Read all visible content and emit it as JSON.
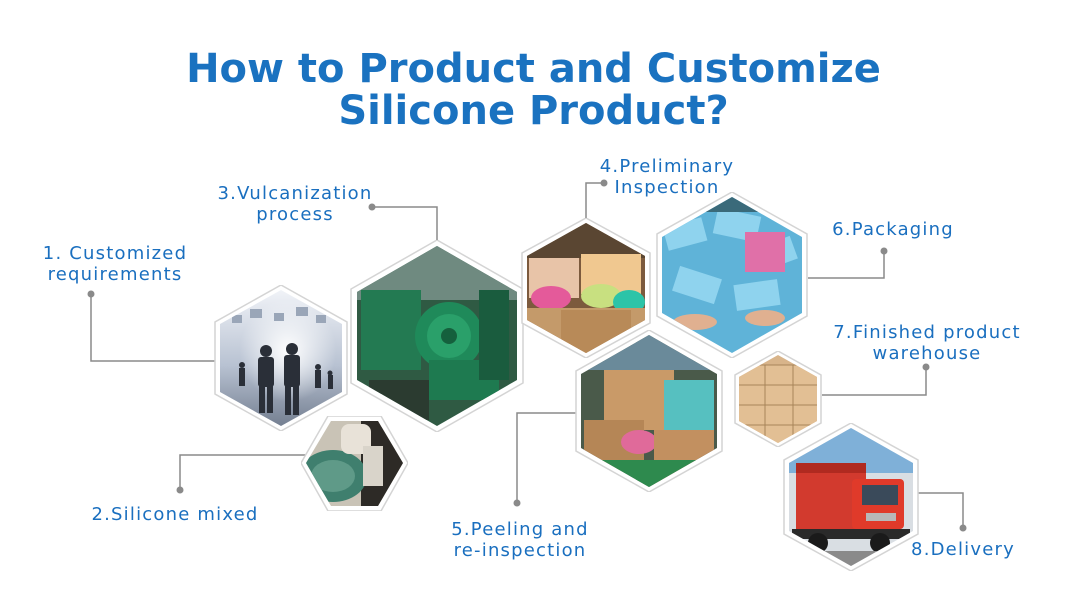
{
  "title": {
    "line1": "How to Product and Customize",
    "line2": "Silicone Product?"
  },
  "steps": [
    {
      "l1": "1. Customized",
      "l2": "requirements",
      "image": "business people silhouettes"
    },
    {
      "l1": "2.Silicone mixed",
      "l2": "",
      "image": "silicone mixing machine"
    },
    {
      "l1": "3.Vulcanization",
      "l2": "process",
      "image": "vulcanization machine"
    },
    {
      "l1": "4.Preliminary",
      "l2": "Inspection",
      "image": "boxes of silicone products"
    },
    {
      "l1": "5.Peeling and",
      "l2": "re-inspection",
      "image": "workers peeling products"
    },
    {
      "l1": "6.Packaging",
      "l2": "",
      "image": "packaged products"
    },
    {
      "l1": "7.Finished product",
      "l2": "warehouse",
      "image": "stacked cartons"
    },
    {
      "l1": "8.Delivery",
      "l2": "",
      "image": "red delivery truck"
    }
  ],
  "colors": {
    "title": "#1a72c0",
    "label": "#1a6fbf",
    "line": "#8a8a8a"
  }
}
